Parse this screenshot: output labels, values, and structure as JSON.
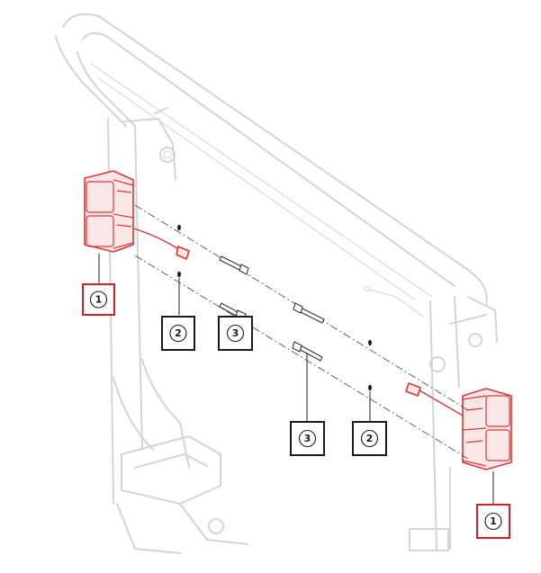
{
  "callouts": [
    {
      "id": "c1a",
      "label": "1",
      "kind": "red"
    },
    {
      "id": "c2a",
      "label": "2",
      "kind": "black"
    },
    {
      "id": "c3a",
      "label": "3",
      "kind": "black"
    },
    {
      "id": "c3b",
      "label": "3",
      "kind": "black"
    },
    {
      "id": "c2b",
      "label": "2",
      "kind": "black"
    },
    {
      "id": "c1b",
      "label": "1",
      "kind": "red"
    }
  ],
  "colors": {
    "highlight": "#e03535",
    "frame": "#d4d4d4",
    "callout_border_red": "#d42020",
    "callout_border_black": "#1a1a1a"
  }
}
